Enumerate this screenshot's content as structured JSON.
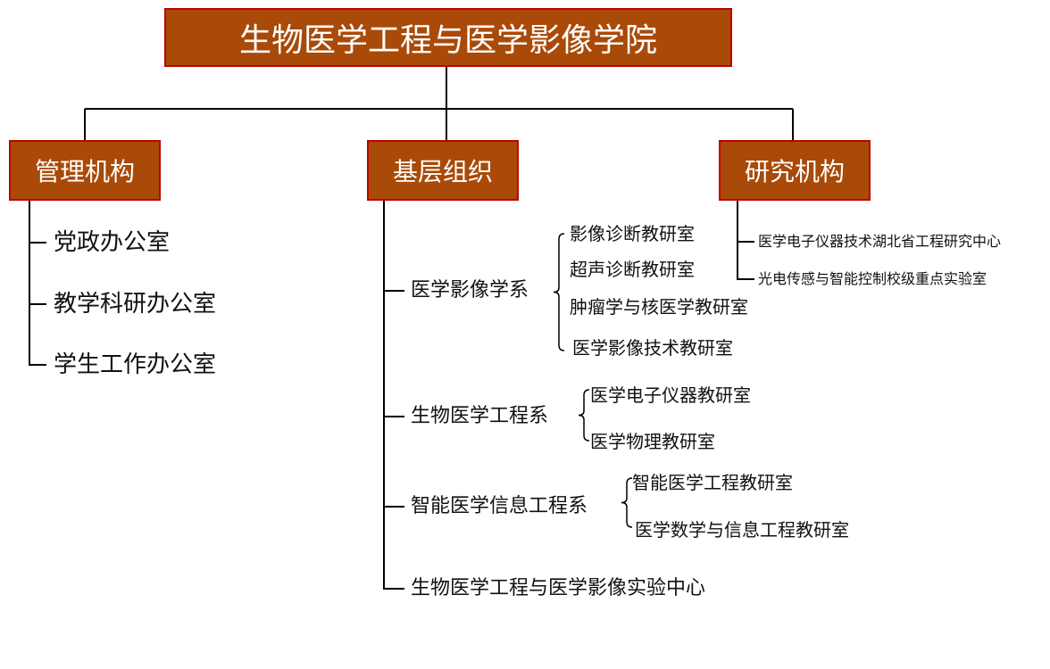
{
  "title": "生物医学工程与医学影像学院",
  "colors": {
    "box_fill": "#A94A08",
    "box_border": "#C00000",
    "line": "#000000"
  },
  "branches": {
    "management": {
      "label": "管理机构",
      "items": [
        "党政办公室",
        "教学科研办公室",
        "学生工作办公室"
      ]
    },
    "grassroots": {
      "label": "基层组织",
      "departments": [
        {
          "name": "医学影像学系",
          "sections": [
            "影像诊断教研室",
            "超声诊断教研室",
            "肿瘤学与核医学教研室",
            "医学影像技术教研室"
          ]
        },
        {
          "name": "生物医学工程系",
          "sections": [
            "医学电子仪器教研室",
            "医学物理教研室"
          ]
        },
        {
          "name": "智能医学信息工程系",
          "sections": [
            "智能医学工程教研室",
            "医学数学与信息工程教研室"
          ]
        },
        {
          "name": "生物医学工程与医学影像实验中心",
          "sections": []
        }
      ]
    },
    "research": {
      "label": "研究机构",
      "items": [
        "医学电子仪器技术湖北省工程研究中心",
        "光电传感与智能控制校级重点实验室"
      ]
    }
  }
}
